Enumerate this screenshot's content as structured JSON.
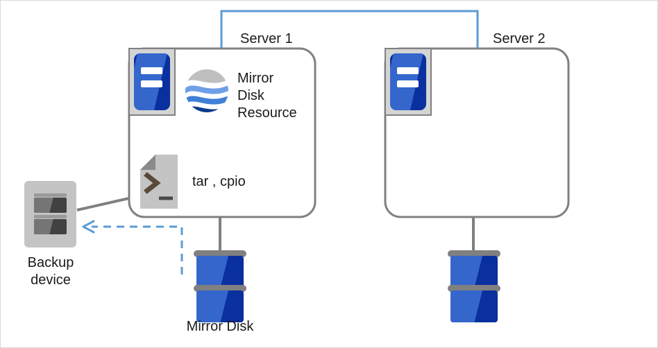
{
  "diagram": {
    "title": "Mirror Disk backup configuration",
    "colors": {
      "server_box_border": "#808080",
      "interconnect_line": "#5b9bd5",
      "backup_arrow": "#5b9bd5",
      "disk_light_blue": "#3466cc",
      "disk_dark_blue": "#0a2f9e",
      "icon_gray": "#c4c4c4",
      "canvas_border": "#d9d9d9"
    },
    "nodes": {
      "server1": {
        "label": "Server 1",
        "badge_icon": "server-icon",
        "resources": [
          {
            "icon": "globe-icon",
            "label": "Mirror\nDisk\nResource"
          },
          {
            "icon": "script-icon",
            "label": "tar , cpio"
          }
        ]
      },
      "server2": {
        "label": "Server 2",
        "badge_icon": "server-icon",
        "resources": []
      },
      "mirror_disk_1": {
        "label": "Mirror Disk",
        "icon": "disk-stack-icon"
      },
      "mirror_disk_2": {
        "label": "",
        "icon": "disk-stack-icon"
      },
      "backup_device": {
        "label": "Backup\ndevice",
        "icon": "backup-device-icon"
      }
    },
    "resource_text": {
      "mirror_disk_resource_l1": "Mirror",
      "mirror_disk_resource_l2": "Disk",
      "mirror_disk_resource_l3": "Resource",
      "tar_cpio": "tar , cpio"
    },
    "labels": {
      "server1": "Server 1",
      "server2": "Server 2",
      "mirror_disk": "Mirror Disk",
      "backup_device_l1": "Backup",
      "backup_device_l2": "device"
    },
    "edges": [
      {
        "from": "server1",
        "to": "server2",
        "style": "solid",
        "color": "#5b9bd5",
        "name": "interconnect"
      },
      {
        "from": "server1",
        "to": "mirror_disk_1",
        "style": "solid",
        "color": "#808080",
        "name": "server1-disk-link"
      },
      {
        "from": "server2",
        "to": "mirror_disk_2",
        "style": "solid",
        "color": "#808080",
        "name": "server2-disk-link"
      },
      {
        "from": "server1",
        "to": "backup_device",
        "style": "solid",
        "color": "#808080",
        "name": "server1-backup-link"
      },
      {
        "from": "mirror_disk_1",
        "to": "backup_device",
        "style": "dashed",
        "color": "#5b9bd5",
        "name": "backup-data-flow"
      }
    ]
  }
}
